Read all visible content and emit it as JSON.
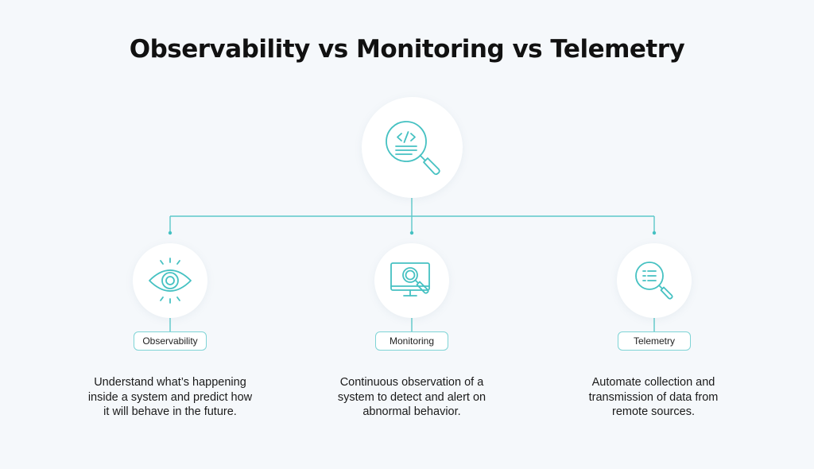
{
  "title": "Observability vs Monitoring  vs Telemetry",
  "colors": {
    "accent": "#45c1c2",
    "pill_border": "#7fd4d6",
    "background": "#f5f8fb",
    "text": "#111111"
  },
  "root": {
    "icon": "code-magnifier-icon"
  },
  "items": [
    {
      "label": "Observability",
      "icon": "eye-icon",
      "description_lines": [
        "Understand what’s happening",
        "inside a system and predict how",
        "it will behave in the future."
      ]
    },
    {
      "label": "Monitoring",
      "icon": "monitor-magnifier-icon",
      "description_lines": [
        "Continuous observation of a",
        "system to detect and alert on",
        "abnormal behavior."
      ]
    },
    {
      "label": "Telemetry",
      "icon": "document-magnifier-icon",
      "description_lines": [
        "Automate collection and",
        "transmission of data from",
        "remote sources."
      ]
    }
  ]
}
